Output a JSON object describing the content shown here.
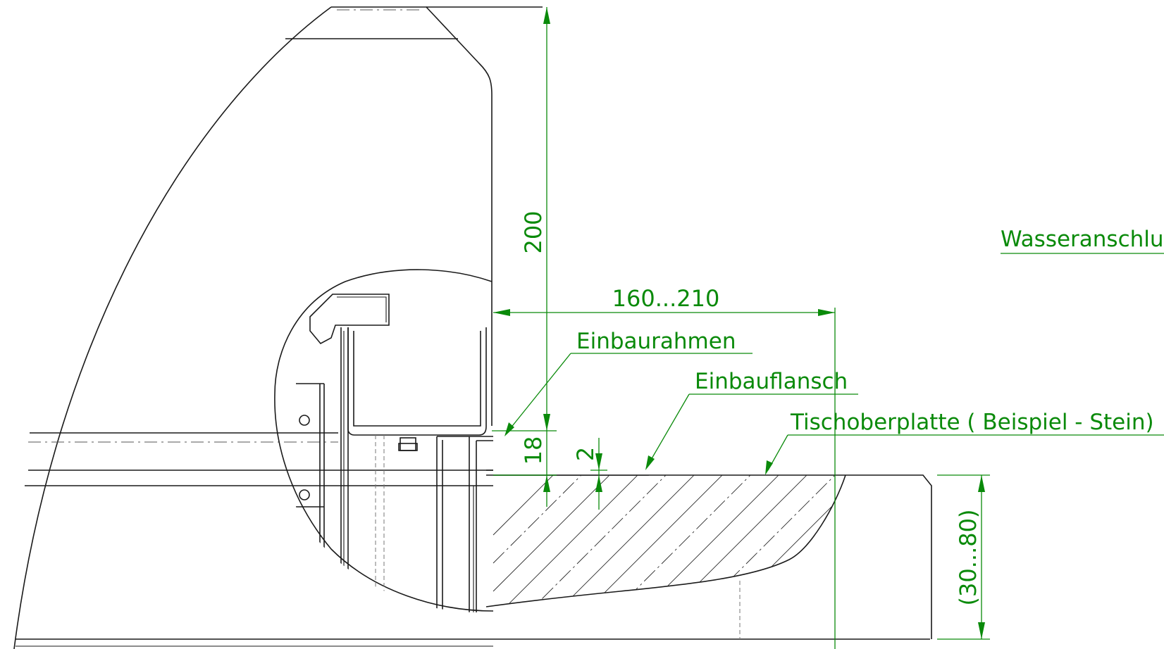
{
  "dimensions": {
    "height_total": "200",
    "projection": "160...210",
    "frame_height": "18",
    "flange_thickness": "2",
    "countertop_thickness": "(30...80)"
  },
  "labels": {
    "installation_frame": "Einbaurahmen",
    "installation_flange": "Einbauflansch",
    "countertop": "Tischoberplatte ( Beispiel - Stein)",
    "water_connection": "Wasseranschlu"
  },
  "colors": {
    "dimension": "#0a8a0a",
    "geometry": "#1a1a1a"
  }
}
